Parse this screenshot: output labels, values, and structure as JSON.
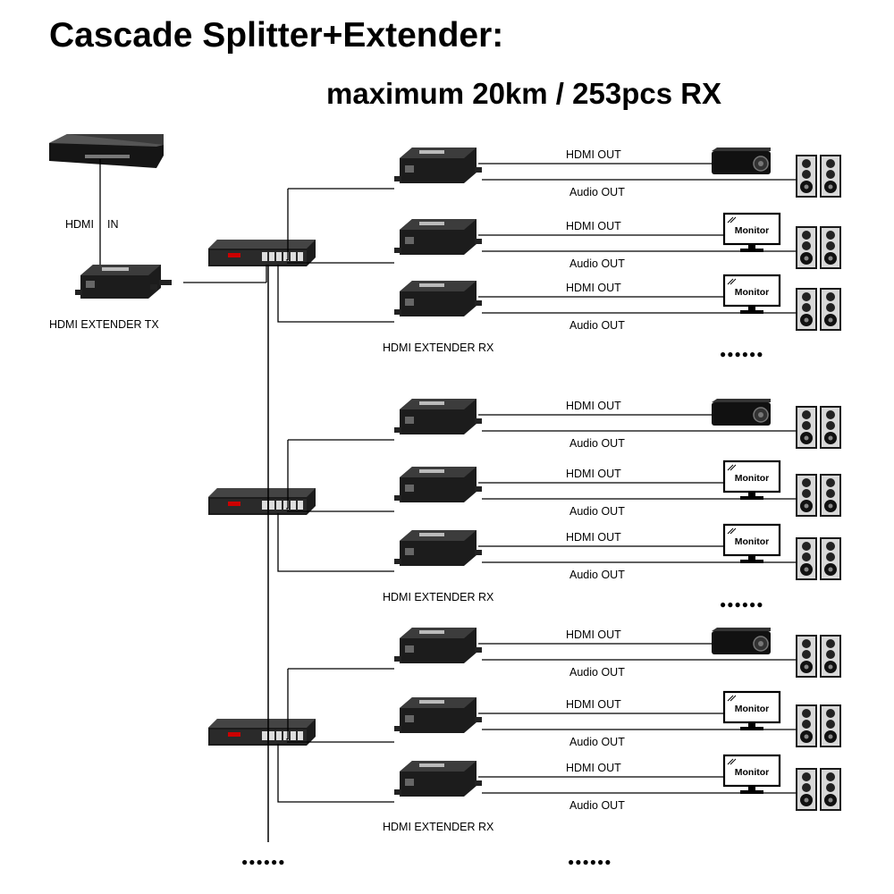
{
  "title": "Cascade Splitter+Extender:",
  "subtitle": "maximum 20km / 253pcs RX",
  "labels": {
    "hdmi_in_a": "HDMI",
    "hdmi_in_b": "IN",
    "tx_label": "HDMI EXTENDER TX",
    "rx_label": "HDMI EXTENDER RX",
    "hdmi_out": "HDMI  OUT",
    "audio_out": "Audio OUT",
    "monitor": "Monitor",
    "dots": "●●●●●●"
  },
  "groups": [
    {
      "outputs": [
        "projector",
        "monitor",
        "monitor"
      ]
    },
    {
      "outputs": [
        "projector",
        "monitor",
        "monitor"
      ]
    },
    {
      "outputs": [
        "projector",
        "monitor",
        "monitor"
      ]
    }
  ],
  "colors": {
    "device": "#2a2a2a",
    "line": "#000000",
    "background": "#ffffff"
  }
}
